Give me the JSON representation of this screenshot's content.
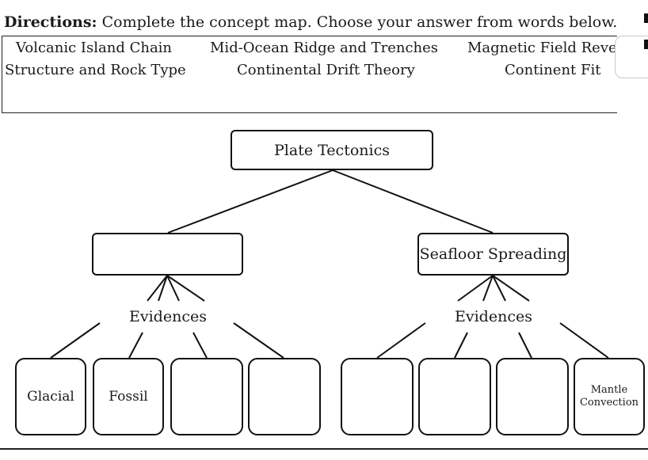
{
  "directions": {
    "label": "Directions:",
    "text": " Complete the concept map. Choose your answer from words below."
  },
  "word_bank": [
    "Volcanic Island Chain",
    "Mid-Ocean Ridge and Trenches",
    "Magnetic Field Reve",
    "Structure and Rock Type",
    "Continental Drift Theory",
    "Continent Fit"
  ],
  "concept_map": {
    "root": "Plate Tectonics",
    "left_branch": "",
    "right_branch": "Seafloor Spreading",
    "left_link": "Evidences",
    "right_link": "Evidences",
    "left_leaves": [
      "Glacial",
      "Fossil",
      "",
      ""
    ],
    "right_leaves": [
      "",
      "",
      "",
      "Mantle Convection"
    ]
  }
}
